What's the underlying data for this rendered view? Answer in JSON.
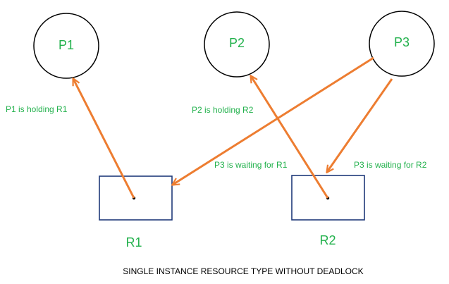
{
  "colors": {
    "node_text": "#22b14c",
    "edge": "#ed7d31",
    "resource_border": "#1f3a7a",
    "process_border": "#000000",
    "caption": "#000000"
  },
  "processes": [
    {
      "id": "p1",
      "label": "P1"
    },
    {
      "id": "p2",
      "label": "P2"
    },
    {
      "id": "p3",
      "label": "P3"
    }
  ],
  "resources": [
    {
      "id": "r1",
      "label": "R1"
    },
    {
      "id": "r2",
      "label": "R2"
    }
  ],
  "edges": [
    {
      "from": "R1",
      "to": "P1",
      "label": "P1 is holding R1"
    },
    {
      "from": "R2",
      "to": "P2",
      "label": "P2 is holding R2"
    },
    {
      "from": "P3",
      "to": "R1",
      "label": "P3 is waiting for R1"
    },
    {
      "from": "P3",
      "to": "R2",
      "label": "P3 is waiting for R2"
    }
  ],
  "caption": "SINGLE INSTANCE RESOURCE TYPE WITHOUT  DEADLOCK"
}
